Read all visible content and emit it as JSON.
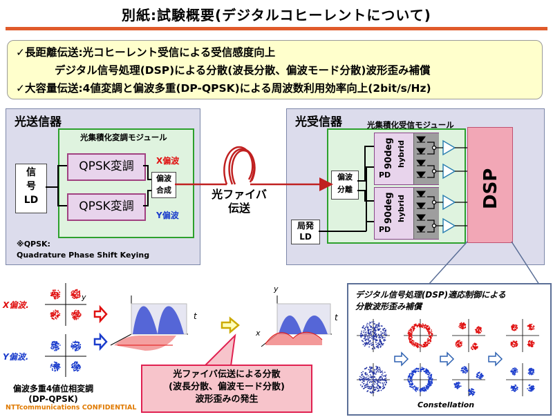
{
  "title": "別紙:試験概要(デジタルコヒーレントについて)",
  "summary": {
    "line1": "✓長距離伝送:光コヒーレント受信による受信感度向上",
    "line2": "デジタル信号処理(DSP)による分散(波長分散、偏波モード分散)波形歪み補償",
    "line3": "✓大容量伝送:4値変調と偏波多重(DP-QPSK)による周波数利用効率向上(2bit/s/Hz)"
  },
  "transmitter": {
    "title": "光送信器",
    "module_title": "光集積化変調モジュール",
    "signal_ld": [
      "信",
      "号",
      "LD"
    ],
    "qpsk_top": "QPSK変調",
    "qpsk_bottom": "QPSK変調",
    "x_pol": "X偏波",
    "y_pol": "Y偏波",
    "combiner": [
      "偏波",
      "合成"
    ],
    "note_line1": "※QPSK:",
    "note_line2": "Quadrature Phase Shift Keying"
  },
  "fiber": {
    "label_line1": "光ファイバ",
    "label_line2": "伝送"
  },
  "receiver": {
    "title": "光受信器",
    "module_title": "光集積化受信モジュール",
    "splitter": [
      "偏波",
      "分離"
    ],
    "hybrid_label_1": "90deg",
    "hybrid_label_2": "hybrid",
    "pd": "PD",
    "local_ld": [
      "局発",
      "LD"
    ],
    "dsp": "DSP"
  },
  "bottom": {
    "x_pol": "X偏波.",
    "y_pol": "Y偏波.",
    "dp_qpsk_line1": "偏波多重4値位相変調",
    "dp_qpsk_line2": "(DP-QPSK)",
    "confidential": "NTTcommunications CONFIDENTIAL",
    "axis_y": "y",
    "axis_x": "x",
    "axis_t": "t",
    "callout": [
      "光ファイバ伝送による分散",
      "(波長分散、偏波モード分散)",
      "波形歪みの発生"
    ],
    "dsp_box_title_1": "デジタル信号処理(DSP)適応制御による",
    "dsp_box_title_2": "分散波形歪み補償",
    "constellation": "Constellation"
  },
  "colors": {
    "accent": "#e05a2a",
    "x_pol": "#e01010",
    "y_pol": "#1a3ccc",
    "module": "#2ca02c",
    "dsp": "#f2a7b6"
  }
}
